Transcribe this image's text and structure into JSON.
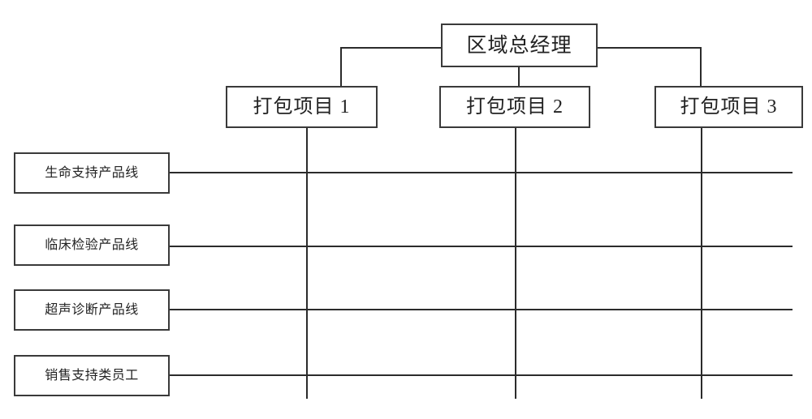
{
  "diagram": {
    "type": "matrix-organization-chart",
    "background_color": "#ffffff",
    "line_color": "#2b2b2b",
    "box_border_color": "#3a3a3a",
    "executive": {
      "label": "区域总经理"
    },
    "projects": [
      {
        "label": "打包项目 1"
      },
      {
        "label": "打包项目 2"
      },
      {
        "label": "打包项目 3"
      }
    ],
    "product_lines": [
      {
        "label": "生命支持产品线"
      },
      {
        "label": "临床检验产品线"
      },
      {
        "label": "超声诊断产品线"
      },
      {
        "label": "销售支持类员工"
      }
    ]
  }
}
